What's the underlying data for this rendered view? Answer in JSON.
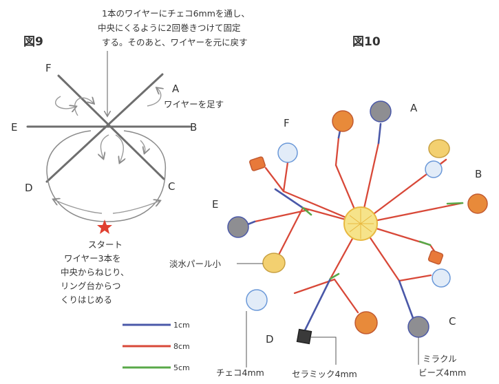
{
  "fig9": {
    "title": "図9",
    "note": [
      "1本のワイヤーにチェコ6mmを通し、",
      "中央にくるように2回巻きつけて固定",
      "する。そのあと、ワイヤーを元に戻す"
    ],
    "labels": {
      "A": "A",
      "B": "B",
      "C": "C",
      "D": "D",
      "E": "E",
      "F": "F"
    },
    "add_wire": "ワイヤーを足す",
    "start": [
      "スタート",
      "ワイヤー3本を",
      "中央からねじり、",
      "リング台からつ",
      "くりはじめる"
    ]
  },
  "fig10": {
    "title": "図10",
    "labels": {
      "A": "A",
      "B": "B",
      "C": "C",
      "D": "D",
      "E": "E",
      "F": "F"
    },
    "callouts": {
      "pearl": "淡水パール小",
      "czech": "チェコ4mm",
      "ceramic": "セラミック4mm",
      "miracle": [
        "ミラクル",
        "ビーズ4mm"
      ]
    }
  },
  "legend": [
    {
      "label": "1cm",
      "color": "#4a58a8"
    },
    {
      "label": "8cm",
      "color": "#d84838"
    },
    {
      "label": "5cm",
      "color": "#58a848"
    }
  ],
  "colors": {
    "wire_gray": "#6e6e6e",
    "star": "#e04030",
    "center": "#f4e07a"
  }
}
